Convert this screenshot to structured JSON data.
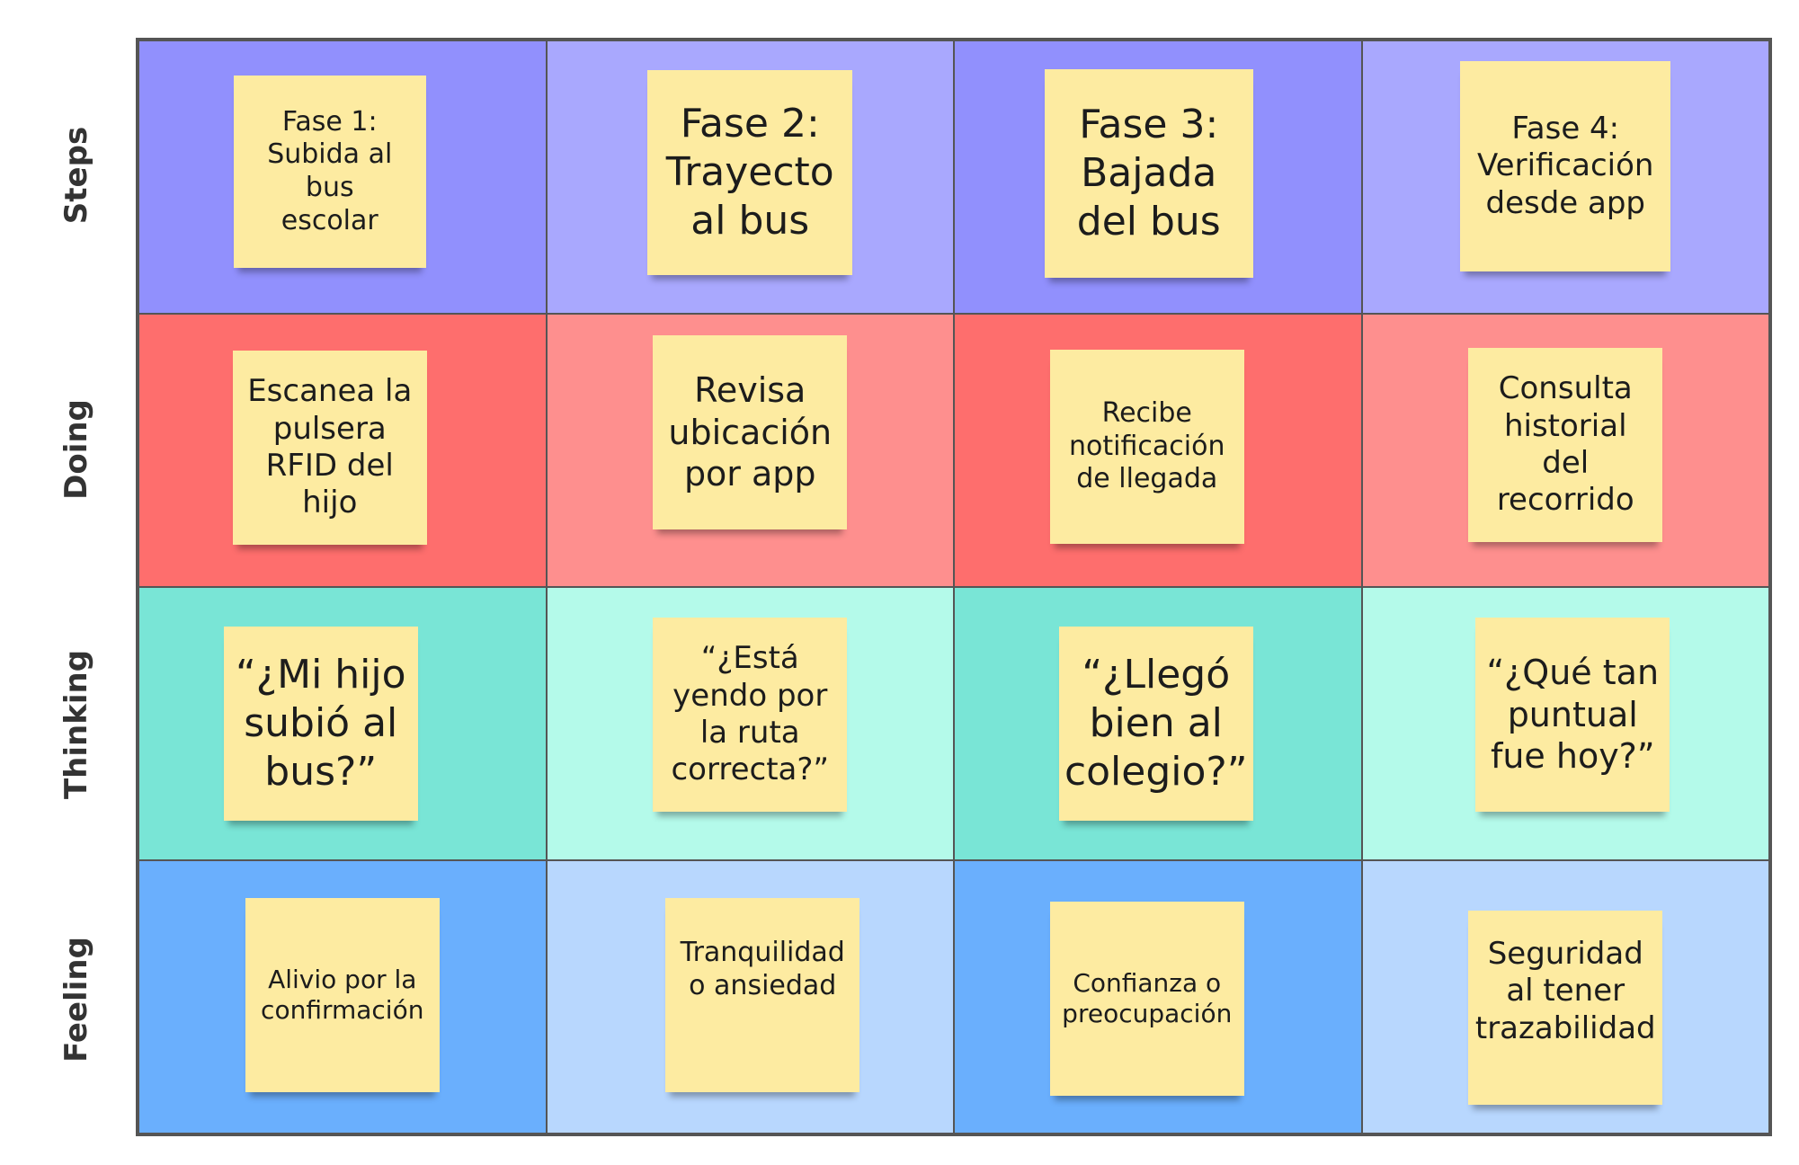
{
  "rows": [
    {
      "label": "Steps"
    },
    {
      "label": "Doing"
    },
    {
      "label": "Thinking"
    },
    {
      "label": "Feeling"
    }
  ],
  "colors": {
    "steps_dark": "#9190fd",
    "steps_light": "#a9a8fe",
    "doing_dark": "#fe6e6d",
    "doing_light": "#fe8f8e",
    "thinking_dark": "#79e5d6",
    "thinking_light": "#b4faea",
    "feeling_dark": "#6aaffd",
    "feeling_light": "#b8d7fe",
    "sticky_note": "#fdeba1",
    "grid_border": "#555555"
  },
  "cells": {
    "steps": [
      "Fase 1: Subida al bus escolar",
      "Fase 2: Trayecto al bus",
      "Fase 3: Bajada del bus",
      "Fase 4: Verificación desde app"
    ],
    "doing": [
      "Escanea la pulsera RFID del hijo",
      "Revisa ubicación por app",
      "Recibe notificación de llegada",
      "Consulta historial del recorrido"
    ],
    "thinking": [
      "“¿Mi hijo subió al bus?”",
      "“¿Está yendo por la ruta correcta?”",
      "“¿Llegó bien al colegio?”",
      "“¿Qué tan puntual fue hoy?”"
    ],
    "feeling": [
      "Alivio por la confirmación",
      "Tranquilidad o ansiedad",
      "Confianza o preocupación",
      "Seguridad al tener trazabilidad"
    ]
  }
}
